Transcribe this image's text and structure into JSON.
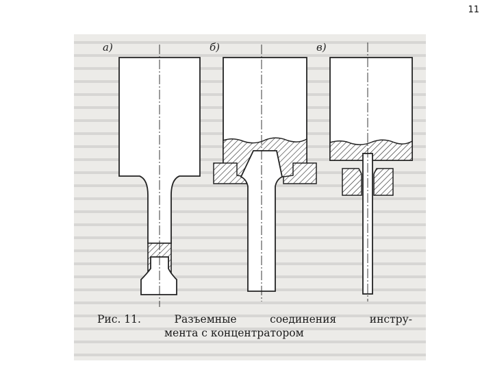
{
  "page_number": "11",
  "figure": {
    "panels": [
      {
        "label": "а)"
      },
      {
        "label": "б)"
      },
      {
        "label": "в)"
      }
    ]
  },
  "caption": {
    "prefix": "Рис. 11.",
    "words": [
      "Разъемные",
      "соединения",
      "инстру-"
    ],
    "line2": "мента с концентратором"
  }
}
